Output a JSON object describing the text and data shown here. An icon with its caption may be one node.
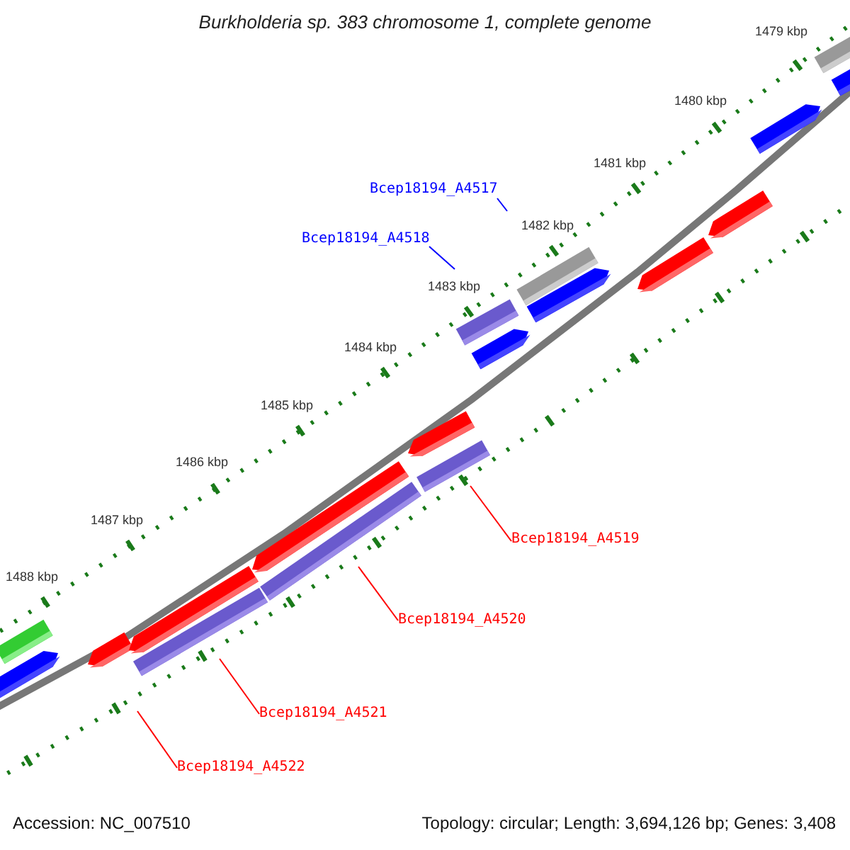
{
  "diagram": {
    "title": "Burkholderia sp. 383 chromosome 1, complete genome",
    "nodes": [
      {
        "text": [
          "Bcep18194_A4517"
        ]
      },
      {
        "text": [
          "Bcep18194_A4518"
        ]
      },
      {
        "text": [
          "Bcep18194_A4519"
        ]
      },
      {
        "text": [
          "Bcep18194_A4520"
        ]
      },
      {
        "text": [
          "Bcep18194_A4521"
        ]
      },
      {
        "text": [
          "Bcep18194_A4522"
        ]
      }
    ],
    "edges": [
      {
        "from": 0,
        "to": null,
        "arrow": "none",
        "color": "#0000ff"
      },
      {
        "from": 1,
        "to": null,
        "arrow": "none",
        "color": "#0000ff"
      },
      {
        "from": 2,
        "to": null,
        "arrow": "none"
      },
      {
        "from": 3,
        "to": null,
        "arrow": "none"
      },
      {
        "from": 4,
        "to": null,
        "arrow": "none"
      },
      {
        "from": 5,
        "to": null,
        "arrow": "none"
      }
    ],
    "labels": [
      "1479 kbp",
      "1480 kbp",
      "1481 kbp",
      "1482 kbp",
      "1483 kbp",
      "1484 kbp",
      "1485 kbp",
      "1486 kbp",
      "1487 kbp",
      "1488 kbp",
      "Accession: NC_007510",
      "Topology: circular; Length: 3,694,126 bp; Genes: 3,408"
    ]
  }
}
